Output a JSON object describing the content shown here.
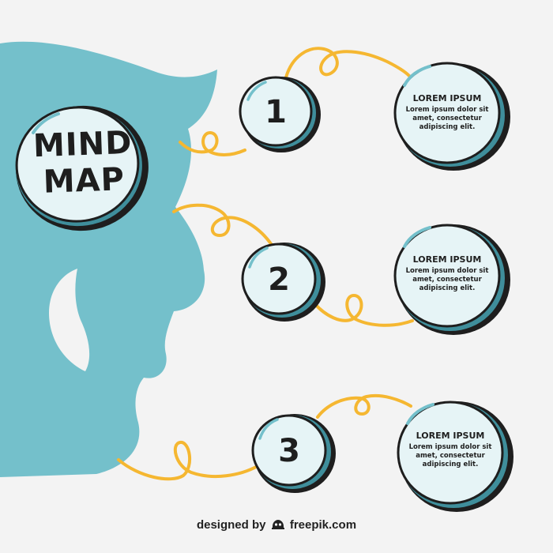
{
  "title": "MIND MAP",
  "nodes": [
    {
      "number": "1",
      "heading": "LOREM IPSUM",
      "text": "Lorem ipsum dolor sit amet, consectetur adipiscing elit."
    },
    {
      "number": "2",
      "heading": "LOREM IPSUM",
      "text": "Lorem ipsum dolor sit amet, consectetur adipiscing elit."
    },
    {
      "number": "3",
      "heading": "LOREM IPSUM",
      "text": "Lorem ipsum dolor sit amet, consectetur adipiscing elit."
    }
  ],
  "credit": {
    "prefix": "designed by",
    "brand": "freepik.com"
  },
  "colors": {
    "background": "#f3f3f3",
    "head": "#74c0cb",
    "bubble": "#e6f4f6",
    "connector": "#f5b731",
    "outline": "#1e1e1e"
  },
  "icons": {
    "credit_logo": "freepik-logo-icon"
  }
}
